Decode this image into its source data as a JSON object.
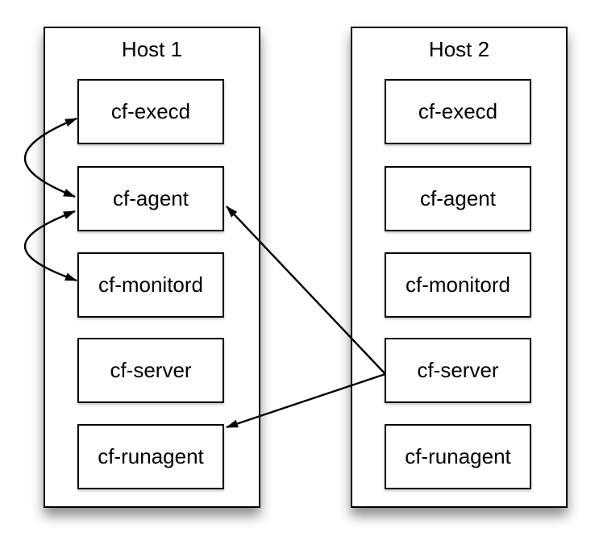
{
  "diagram": {
    "hosts": [
      {
        "title": "Host 1",
        "components": [
          {
            "label": "cf-execd"
          },
          {
            "label": "cf-agent"
          },
          {
            "label": "cf-monitord"
          },
          {
            "label": "cf-server"
          },
          {
            "label": "cf-runagent"
          }
        ]
      },
      {
        "title": "Host 2",
        "components": [
          {
            "label": "cf-execd"
          },
          {
            "label": "cf-agent"
          },
          {
            "label": "cf-monitord"
          },
          {
            "label": "cf-server"
          },
          {
            "label": "cf-runagent"
          }
        ]
      }
    ],
    "edges": [
      {
        "from": "Host 1 / cf-execd",
        "to": "Host 1 / cf-agent",
        "direction": "bidirectional",
        "style": "curved"
      },
      {
        "from": "Host 1 / cf-agent",
        "to": "Host 1 / cf-monitord",
        "direction": "bidirectional",
        "style": "curved"
      },
      {
        "from": "Host 2 / cf-server",
        "to": "Host 1 / cf-agent",
        "direction": "one-way",
        "style": "straight"
      },
      {
        "from": "Host 2 / cf-server",
        "to": "Host 1 / cf-runagent",
        "direction": "one-way",
        "style": "straight"
      }
    ],
    "colors": {
      "stroke": "#000000",
      "fill": "#ffffff",
      "background": "#ffffff",
      "shadow": "rgba(0,0,0,0.45)"
    }
  }
}
